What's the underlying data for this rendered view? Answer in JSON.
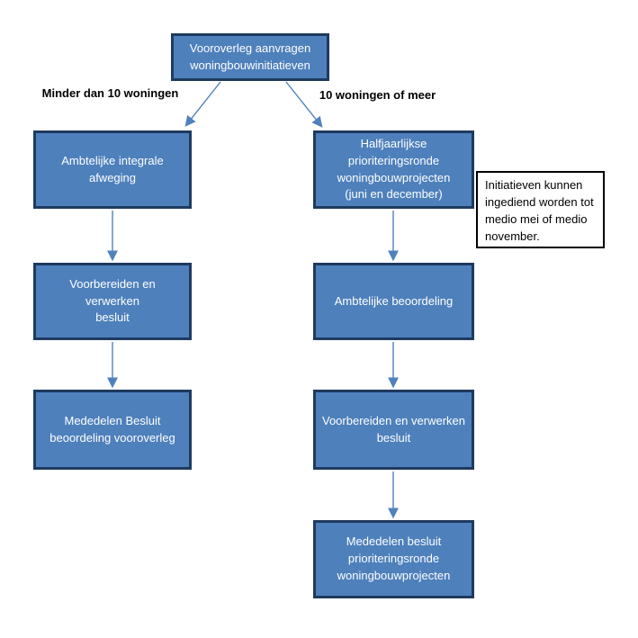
{
  "diagram": {
    "nodes": {
      "start": {
        "label": "Vooroverleg aanvragen\nwoningbouwinitiatieven"
      },
      "left_1": {
        "label": "Ambtelijke integrale\nafweging"
      },
      "left_2": {
        "label": "Voorbereiden en verwerken\nbesluit"
      },
      "left_3": {
        "label": "Mededelen Besluit\nbeoordeling vooroverleg"
      },
      "right_1": {
        "label": "Halfjaarlijkse\nprioriteringsronde\nwoningbouwprojecten\n(juni en december)"
      },
      "right_2": {
        "label": "Ambtelijke beoordeling"
      },
      "right_3": {
        "label": "Voorbereiden en verwerken\nbesluit"
      },
      "right_4": {
        "label": "Mededelen besluit\nprioriteringsronde\nwoningbouwprojecten"
      }
    },
    "branch_labels": {
      "left": "Minder dan 10 woningen",
      "right": "10 woningen of meer"
    },
    "note": {
      "text": "Initiatieven kunnen\ningediend worden tot\nmedio mei of medio\nnovember."
    }
  },
  "colors": {
    "node_fill": "#4E80BC",
    "node_border": "#1E3A5F",
    "arrow": "#4F81BD",
    "node_text": "#FFFFFF",
    "label_text": "#000000",
    "note_bg": "#FFFFFF",
    "note_border": "#000000",
    "background": "#FFFFFF"
  }
}
